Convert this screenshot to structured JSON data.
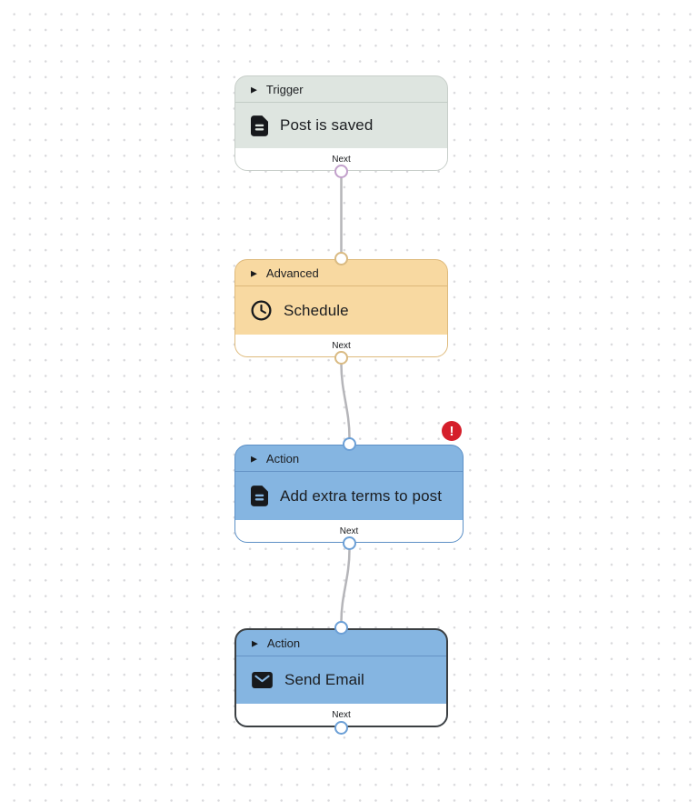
{
  "canvas": {
    "background_color": "#ffffff",
    "dot_color": "#d9d9dc"
  },
  "nodes": [
    {
      "id": "trigger",
      "category": "Trigger",
      "title": "Post is saved",
      "icon": "document-icon",
      "fill_color": "#dee5e0",
      "border_color": "#c7cec9",
      "port_color": "#c2a0cb",
      "footer_label": "Next",
      "has_error": false,
      "selected": false
    },
    {
      "id": "advanced",
      "category": "Advanced",
      "title": "Schedule",
      "icon": "clock-icon",
      "fill_color": "#f8d9a1",
      "border_color": "#deba7c",
      "port_color": "#d9ba82",
      "footer_label": "Next",
      "has_error": false,
      "selected": false
    },
    {
      "id": "action-1",
      "category": "Action",
      "title": "Add extra terms to post",
      "icon": "document-icon",
      "fill_color": "#85b5e1",
      "border_color": "#5d90c6",
      "port_color": "#6b9fd6",
      "footer_label": "Next",
      "has_error": true,
      "selected": false
    },
    {
      "id": "action-2",
      "category": "Action",
      "title": "Send Email",
      "icon": "mail-icon",
      "fill_color": "#85b5e1",
      "border_color": "#3b3f42",
      "port_color": "#6b9fd6",
      "footer_label": "Next",
      "has_error": false,
      "selected": true
    }
  ],
  "edges": [
    {
      "from": "trigger",
      "to": "advanced",
      "color": "#b5b5b9"
    },
    {
      "from": "advanced",
      "to": "action-1",
      "color": "#b5b5b9"
    },
    {
      "from": "action-1",
      "to": "action-2",
      "color": "#b5b5b9"
    }
  ],
  "error_badge": {
    "symbol": "!",
    "color": "#d51f2b"
  }
}
